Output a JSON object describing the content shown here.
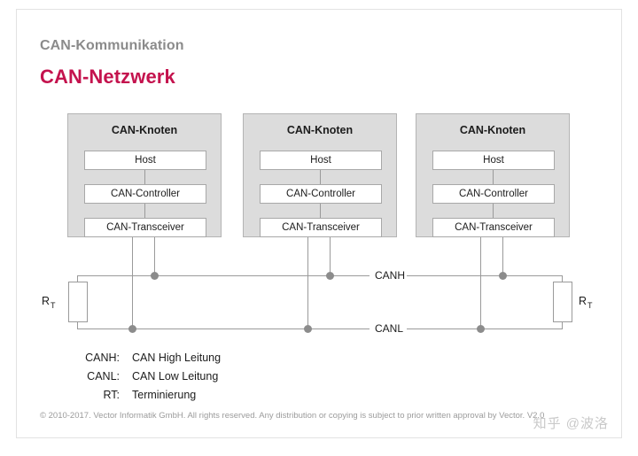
{
  "slide": {
    "kicker": "CAN-Kommunikation",
    "title": "CAN-Netzwerk",
    "accent_color": "#c4134e",
    "kicker_color": "#8b8b8b"
  },
  "diagram": {
    "nodes": [
      {
        "title": "CAN-Knoten",
        "layers": [
          "Host",
          "CAN-Controller",
          "CAN-Transceiver"
        ]
      },
      {
        "title": "CAN-Knoten",
        "layers": [
          "Host",
          "CAN-Controller",
          "CAN-Transceiver"
        ]
      },
      {
        "title": "CAN-Knoten",
        "layers": [
          "Host",
          "CAN-Controller",
          "CAN-Transceiver"
        ]
      }
    ],
    "bus": {
      "canh_label": "CANH",
      "canl_label": "CANL"
    },
    "terminators": {
      "left_label": "R",
      "left_sub": "T",
      "right_label": "R",
      "right_sub": "T"
    },
    "wire_color": "#9a9a9a",
    "node_fill": "#dcdcdc"
  },
  "legend": [
    {
      "key": "CANH:",
      "value": "CAN High Leitung"
    },
    {
      "key": "CANL:",
      "value": "CAN Low Leitung"
    },
    {
      "key": "RT:",
      "value": "Terminierung"
    }
  ],
  "footer": {
    "text": "© 2010-2017. Vector Informatik GmbH. All rights reserved. Any distribution or copying is subject to prior written approval by Vector. V2.0"
  },
  "watermark": {
    "text": "知乎 @波洛"
  }
}
